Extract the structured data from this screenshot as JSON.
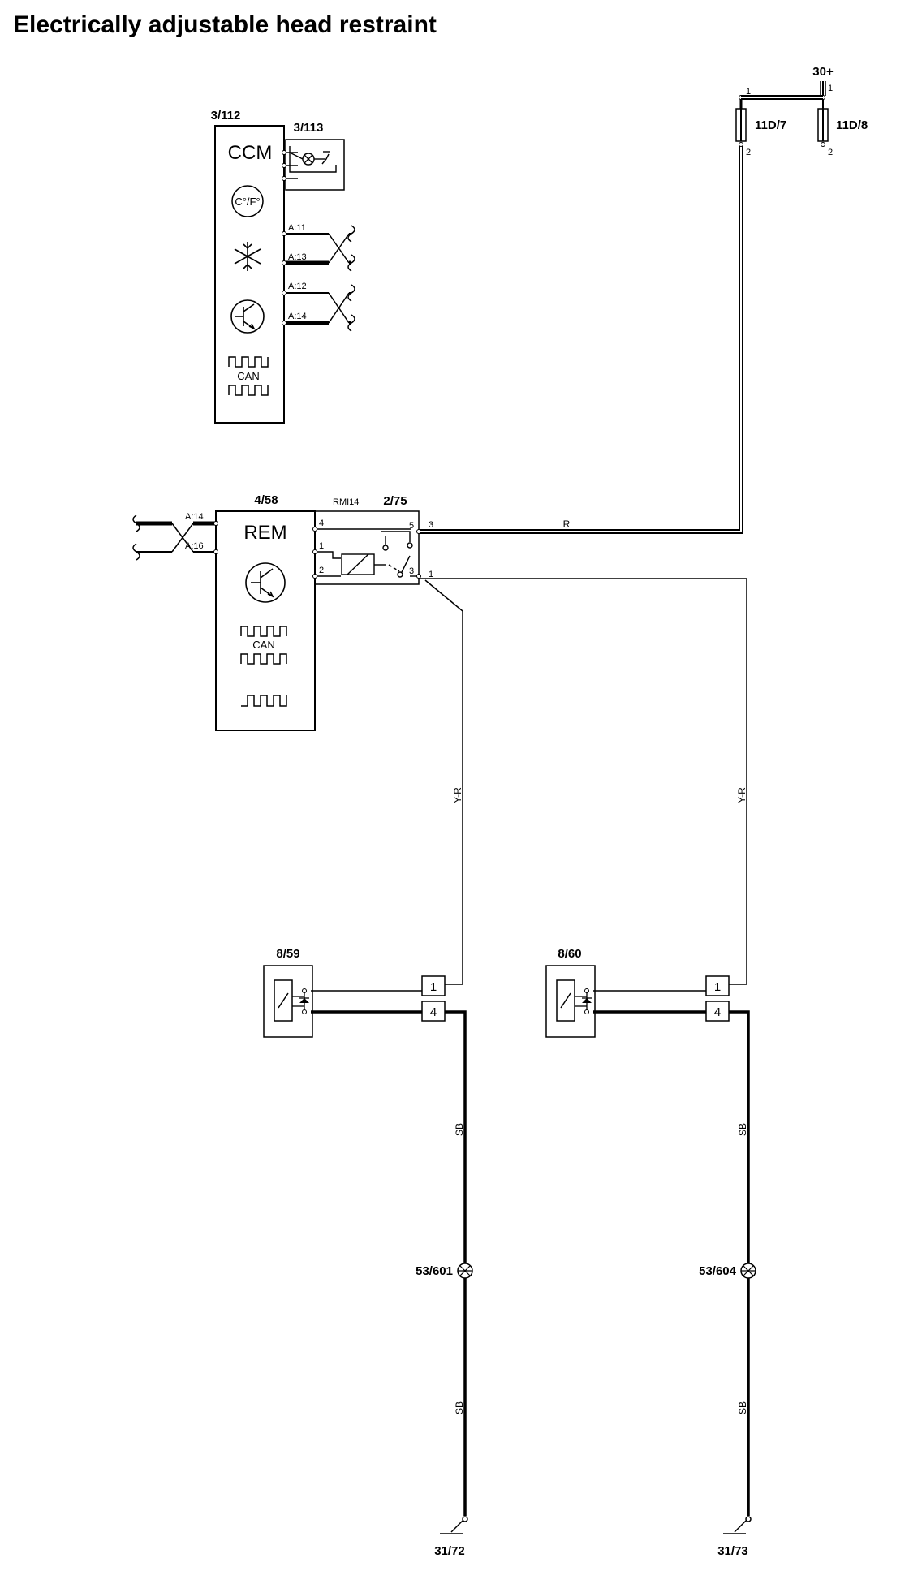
{
  "title": "Electrically adjustable head restraint",
  "components": {
    "ccm": {
      "ref": "3/112",
      "name": "CCM",
      "temp_label": "C°/F°",
      "can_label": "CAN",
      "pins": [
        "A:11",
        "A:13",
        "A:12",
        "A:14"
      ]
    },
    "sensor": {
      "ref": "3/113"
    },
    "rem": {
      "ref": "4/58",
      "name": "REM",
      "can_label": "CAN",
      "pins": [
        "A:14",
        "A:16"
      ]
    },
    "relay": {
      "ref": "2/75",
      "code": "RMI14",
      "pins": {
        "p4": "4",
        "p1": "1",
        "p2": "2",
        "p5": "5",
        "p3a": "3",
        "p3b": "3",
        "out3": "3",
        "out1": "1"
      }
    },
    "fuse_a": {
      "ref": "11D/7",
      "pin_top": "1",
      "pin_bottom": "2"
    },
    "fuse_b": {
      "ref": "11D/8",
      "pin_top": "1",
      "pin_bottom": "2"
    },
    "supply": {
      "ref": "30+"
    },
    "motor_left": {
      "ref": "8/59",
      "pins": [
        "1",
        "4"
      ]
    },
    "motor_right": {
      "ref": "8/60",
      "pins": [
        "1",
        "4"
      ]
    },
    "splice_left": {
      "ref": "53/601"
    },
    "splice_right": {
      "ref": "53/604"
    },
    "ground_left": {
      "ref": "31/72"
    },
    "ground_right": {
      "ref": "31/73"
    }
  },
  "wires": {
    "supply": "R",
    "left_feed": "Y-R",
    "right_feed": "Y-R",
    "left_ground_upper": "SB",
    "left_ground_lower": "SB",
    "right_ground_upper": "SB",
    "right_ground_lower": "SB"
  }
}
